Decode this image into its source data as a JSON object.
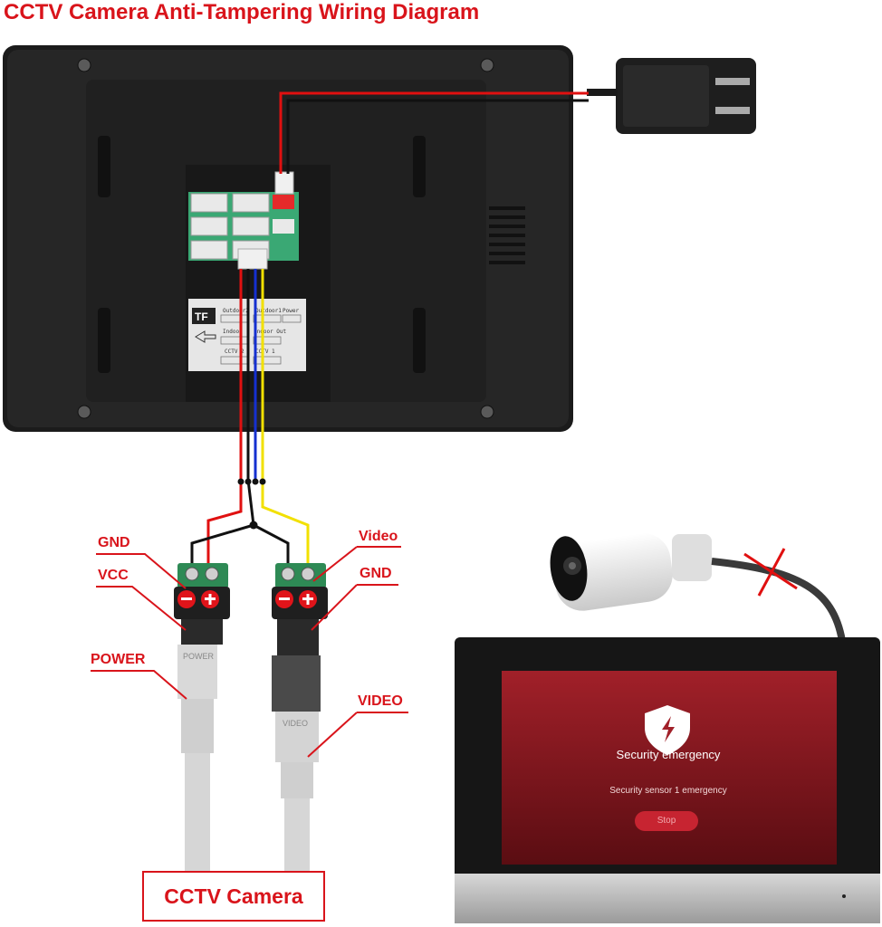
{
  "title": "CCTV Camera Anti-Tampering Wiring Diagram",
  "labels": {
    "gnd_left": "GND",
    "vcc": "VCC",
    "power": "POWER",
    "video_top": "Video",
    "gnd_right": "GND",
    "video_bottom": "VIDEO"
  },
  "cctv_camera": "CCTV Camera",
  "monitor_screen": {
    "heading": "Security emergency",
    "message": "Security sensor 1 emergency",
    "button": "Stop"
  },
  "panel_sticker": {
    "brand": "TF",
    "rows": [
      "Outdoor2",
      "Outdoor1",
      "Power",
      "Indoor",
      "Indoor Out",
      "CCTV 2",
      "CCTV 1"
    ]
  },
  "plug_text": {
    "power_plug": "POWER",
    "video_plug": "VIDEO"
  },
  "colors": {
    "title_red": "#d9141b",
    "wire_red": "#e01010",
    "wire_black": "#111111",
    "wire_blue": "#1530d0",
    "wire_yellow": "#f2e000",
    "terminal_green": "#2e8a55",
    "screen_red": "#8e1b22"
  }
}
